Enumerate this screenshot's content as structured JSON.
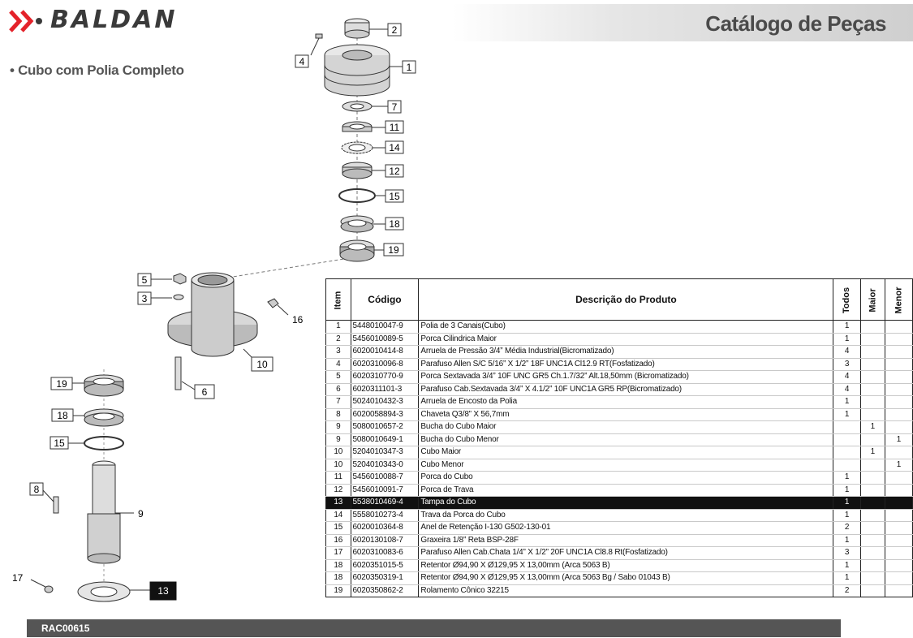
{
  "brand": {
    "name": "BALDAN",
    "accent": "#e4222a"
  },
  "header": {
    "title": "Catálogo de Peças"
  },
  "section": {
    "title": "• Cubo com Polia Completo"
  },
  "callouts": [
    "2",
    "4",
    "1",
    "7",
    "11",
    "14",
    "12",
    "15",
    "18",
    "19",
    "5",
    "3",
    "16",
    "10",
    "19",
    "6",
    "18",
    "15",
    "8",
    "9",
    "17",
    "13"
  ],
  "table": {
    "headers": {
      "item": "Item",
      "code": "Código",
      "desc": "Descrição do Produto",
      "all": "Todos",
      "major": "Maior",
      "minor": "Menor"
    },
    "rows": [
      {
        "item": "1",
        "code": "5448010047-9",
        "desc": "Polia de 3 Canais(Cubo)",
        "all": "1",
        "major": "",
        "minor": ""
      },
      {
        "item": "2",
        "code": "5456010089-5",
        "desc": "Porca Cilindrica Maior",
        "all": "1",
        "major": "",
        "minor": ""
      },
      {
        "item": "3",
        "code": "6020010414-8",
        "desc": "Arruela de Pressão 3/4” Média Industrial(Bicromatizado)",
        "all": "4",
        "major": "",
        "minor": ""
      },
      {
        "item": "4",
        "code": "6020310096-8",
        "desc": "Parafuso Allen S/C 5/16” X 1/2” 18F UNC1A Cl12.9 RT(Fosfatizado)",
        "all": "3",
        "major": "",
        "minor": ""
      },
      {
        "item": "5",
        "code": "6020310770-9",
        "desc": "Porca Sextavada 3/4” 10F UNC GR5 Ch.1.7/32” Alt.18,50mm (Bicromatizado)",
        "all": "4",
        "major": "",
        "minor": ""
      },
      {
        "item": "6",
        "code": "6020311101-3",
        "desc": "Parafuso Cab.Sextavada 3/4” X 4.1/2” 10F UNC1A GR5 RP(Bicromatizado)",
        "all": "4",
        "major": "",
        "minor": ""
      },
      {
        "item": "7",
        "code": "5024010432-3",
        "desc": "Arruela de Encosto da Polia",
        "all": "1",
        "major": "",
        "minor": ""
      },
      {
        "item": "8",
        "code": "6020058894-3",
        "desc": "Chaveta Q3/8” X 56,7mm",
        "all": "1",
        "major": "",
        "minor": ""
      },
      {
        "item": "9",
        "code": "5080010657-2",
        "desc": "Bucha do Cubo Maior",
        "all": "",
        "major": "1",
        "minor": ""
      },
      {
        "item": "9",
        "code": "5080010649-1",
        "desc": "Bucha do Cubo Menor",
        "all": "",
        "major": "",
        "minor": "1"
      },
      {
        "item": "10",
        "code": "5204010347-3",
        "desc": "Cubo Maior",
        "all": "",
        "major": "1",
        "minor": ""
      },
      {
        "item": "10",
        "code": "5204010343-0",
        "desc": "Cubo Menor",
        "all": "",
        "major": "",
        "minor": "1"
      },
      {
        "item": "11",
        "code": "5456010088-7",
        "desc": "Porca do Cubo",
        "all": "1",
        "major": "",
        "minor": ""
      },
      {
        "item": "12",
        "code": "5456010091-7",
        "desc": "Porca de Trava",
        "all": "1",
        "major": "",
        "minor": ""
      },
      {
        "item": "13",
        "code": "5538010469-4",
        "desc": "Tampa do Cubo",
        "all": "1",
        "major": "",
        "minor": ""
      },
      {
        "item": "14",
        "code": "5558010273-4",
        "desc": "Trava da Porca do Cubo",
        "all": "1",
        "major": "",
        "minor": ""
      },
      {
        "item": "15",
        "code": "6020010364-8",
        "desc": "Anel de Retenção I-130 G502-130-01",
        "all": "2",
        "major": "",
        "minor": ""
      },
      {
        "item": "16",
        "code": "6020130108-7",
        "desc": "Graxeira 1/8” Reta BSP-28F",
        "all": "1",
        "major": "",
        "minor": ""
      },
      {
        "item": "17",
        "code": "6020310083-6",
        "desc": "Parafuso Allen Cab.Chata 1/4” X 1/2” 20F UNC1A Cl8.8 Rt(Fosfatizado)",
        "all": "3",
        "major": "",
        "minor": ""
      },
      {
        "item": "18",
        "code": "6020351015-5",
        "desc": "Retentor Ø94,90 X Ø129,95 X 13,00mm (Arca 5063 B)",
        "all": "1",
        "major": "",
        "minor": ""
      },
      {
        "item": "18",
        "code": "6020350319-1",
        "desc": "Retentor Ø94,90 X Ø129,95 X 13,00mm (Arca 5063 Bg / Sabo 01043 B)",
        "all": "1",
        "major": "",
        "minor": ""
      },
      {
        "item": "19",
        "code": "6020350862-2",
        "desc": "Rolamento Cônico 32215",
        "all": "2",
        "major": "",
        "minor": ""
      }
    ],
    "highlight_index": 14
  },
  "footer": {
    "code": "RAC00615"
  }
}
